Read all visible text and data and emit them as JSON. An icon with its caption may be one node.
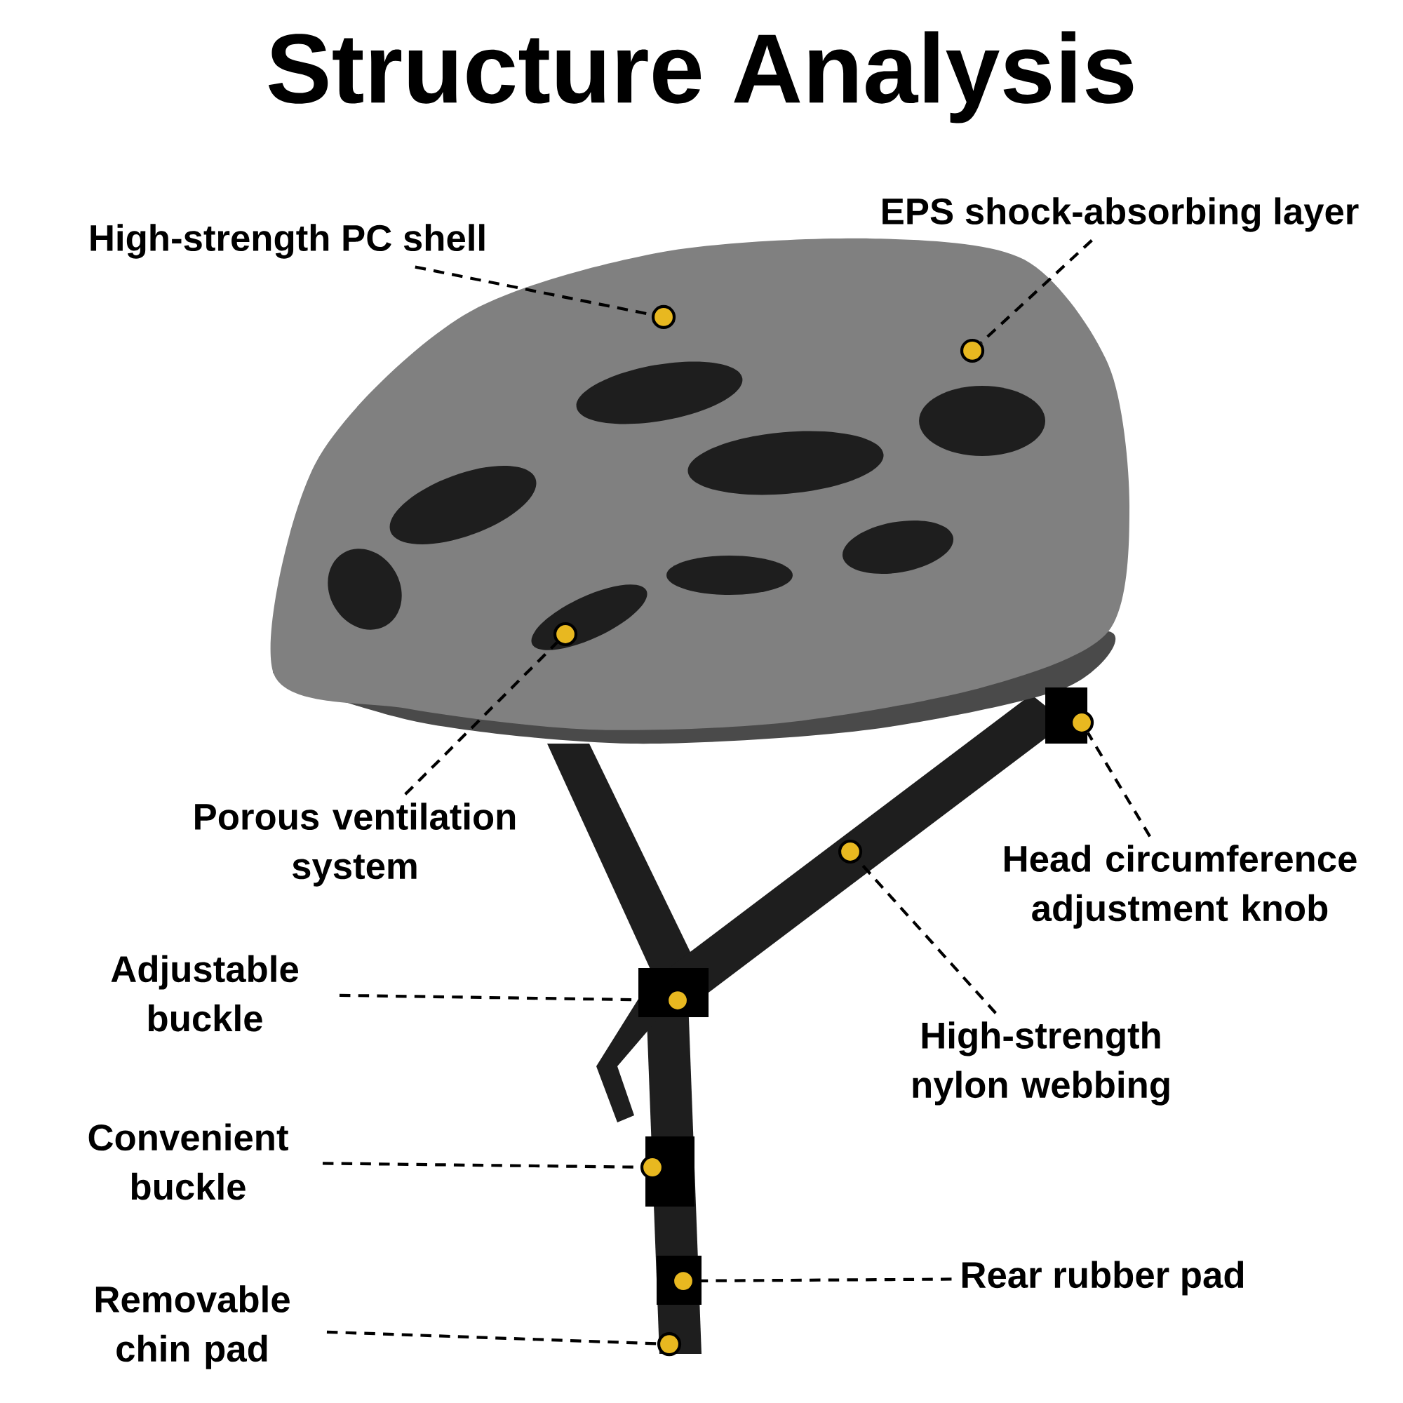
{
  "diagram": {
    "title": "Structure Analysis",
    "nodes": [
      {
        "text": [
          "High-strength PC shell"
        ]
      },
      {
        "text": [
          "EPS shock-absorbing layer"
        ]
      },
      {
        "text": [
          "Porous ventilation system"
        ]
      },
      {
        "text": [
          "Head circumference adjustment knob"
        ]
      },
      {
        "text": [
          "Adjustable buckle"
        ]
      },
      {
        "text": [
          "High-strength nylon webbing"
        ]
      },
      {
        "text": [
          "Convenient buckle"
        ]
      },
      {
        "text": [
          "Rear rubber pad"
        ]
      },
      {
        "text": [
          "Removable chin pad"
        ]
      },
      {
        "text": [],
        "shape": "circle"
      },
      {
        "text": [],
        "shape": "circle"
      },
      {
        "text": [],
        "shape": "circle"
      },
      {
        "text": [],
        "shape": "circle"
      },
      {
        "text": [],
        "shape": "circle"
      },
      {
        "text": [],
        "shape": "circle"
      },
      {
        "text": [],
        "shape": "circle"
      },
      {
        "text": [],
        "shape": "circle"
      },
      {
        "text": [],
        "shape": "circle"
      }
    ],
    "edges": [
      {
        "from": 0,
        "to": 9,
        "arrow": "none",
        "style": "dashed"
      },
      {
        "from": 1,
        "to": 10,
        "arrow": "none",
        "style": "dashed"
      },
      {
        "from": 2,
        "to": 11,
        "arrow": "none",
        "style": "dashed"
      },
      {
        "from": 3,
        "to": 12,
        "arrow": "none",
        "style": "dashed"
      },
      {
        "from": 4,
        "to": 13,
        "arrow": "none",
        "style": "dashed"
      },
      {
        "from": 5,
        "to": 14,
        "arrow": "none",
        "style": "dashed"
      },
      {
        "from": 6,
        "to": 15,
        "arrow": "none",
        "style": "dashed"
      },
      {
        "from": 7,
        "to": 16,
        "arrow": "none",
        "style": "dashed"
      },
      {
        "from": 8,
        "to": 17,
        "arrow": "none",
        "style": "dashed"
      }
    ]
  }
}
